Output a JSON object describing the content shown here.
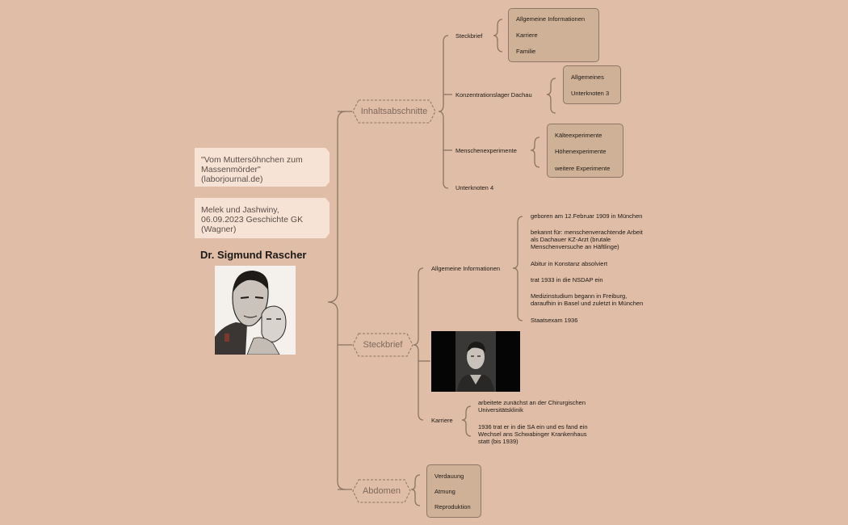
{
  "notes": {
    "source": "\"Vom Muttersöhnchen zum Massenmörder\" (laborjournal.de)",
    "authors": "Melek und Jashwiny, 06.09.2023 Geschichte GK (Wagner)"
  },
  "root": {
    "title": "Dr. Sigmund Rascher"
  },
  "branches": {
    "inhalt": {
      "label": "Inhaltsabschnitte",
      "steckbrief": {
        "label": "Steckbrief",
        "items": [
          "Allgemeine Informationen",
          "Karriere",
          "Familie"
        ]
      },
      "kz": {
        "label": "Konzentrationslager Dachau",
        "items": [
          "Allgemeines",
          "Unterknoten 3"
        ]
      },
      "menschen": {
        "label": "Menschenexperimente",
        "items": [
          "Kälteexperimente",
          "Höhenexperimente",
          "weitere Experimente"
        ]
      },
      "unterknoten4": "Unterknoten 4"
    },
    "steckbrief": {
      "label": "Steckbrief",
      "allgemein": {
        "label": "Allgemeine Informationen",
        "items": [
          "geboren am 12.Februar 1909 in München",
          "bekannt für: menschenverachtende Arbeit\nals Dachauer KZ-Arzt (brutale\nMenschenversuche an Häftlinge)",
          "Abitur in Konstanz absolviert",
          "trat 1933 in die NSDAP ein",
          "Medizinstudium begann in Freiburg,\ndaraufhin in Basel und zuletzt in München",
          "Staatsexam 1936"
        ]
      },
      "karriere": {
        "label": "Karriere",
        "items": [
          "arbeitete zunächst an der Chirurgischen\nUniversitätsklinik",
          "1936 trat er in die SA ein und es fand ein\nWechsel ans Schwabinger Krankenhaus\nstatt (bis 1939)"
        ]
      }
    },
    "abdomen": {
      "label": "Abdomen",
      "items": [
        "Verdauung",
        "Atmung",
        "Reproduktion"
      ]
    }
  },
  "colors": {
    "background": "#dfbda6",
    "line": "#8b7563",
    "box": "#cfb197",
    "note": "#f7e3d6"
  }
}
